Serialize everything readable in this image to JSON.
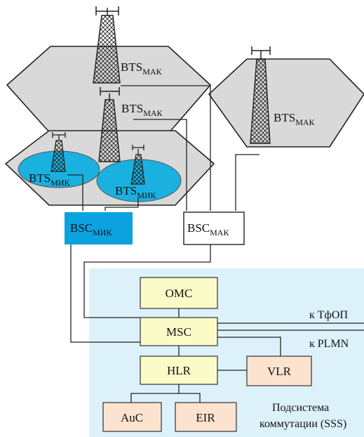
{
  "bts": {
    "mak_top": {
      "main": "BTS",
      "sub": "МАК"
    },
    "mak_mid": {
      "main": "BTS",
      "sub": "МАК"
    },
    "mak_right": {
      "main": "BTS",
      "sub": "МАК"
    },
    "mik_left": {
      "main": "BTS",
      "sub": "МИК"
    },
    "mik_right": {
      "main": "BTS",
      "sub": "МИК"
    }
  },
  "bsc": {
    "mik": {
      "main": "BSC",
      "sub": "МИК"
    },
    "mak": {
      "main": "BSC",
      "sub": "МАК"
    }
  },
  "switching": {
    "omc": "OMC",
    "msc": "MSC",
    "hlr": "HLR",
    "vlr": "VLR",
    "auc": "AuC",
    "eir": "EIR",
    "to_pstn": "к ТфОП",
    "to_plmn": "к PLMN",
    "subsystem_line1": "Подсистема",
    "subsystem_line2": "коммутации (SSS)"
  },
  "colors": {
    "cell_gray": "#d9d9d9",
    "micro_cell": "#1ab0e0",
    "bsc_mik": "#0aa3e0",
    "sss_panel": "#ddf1fb",
    "node_yellow": "#fbfbc8",
    "node_peach": "#fbe3cf"
  }
}
